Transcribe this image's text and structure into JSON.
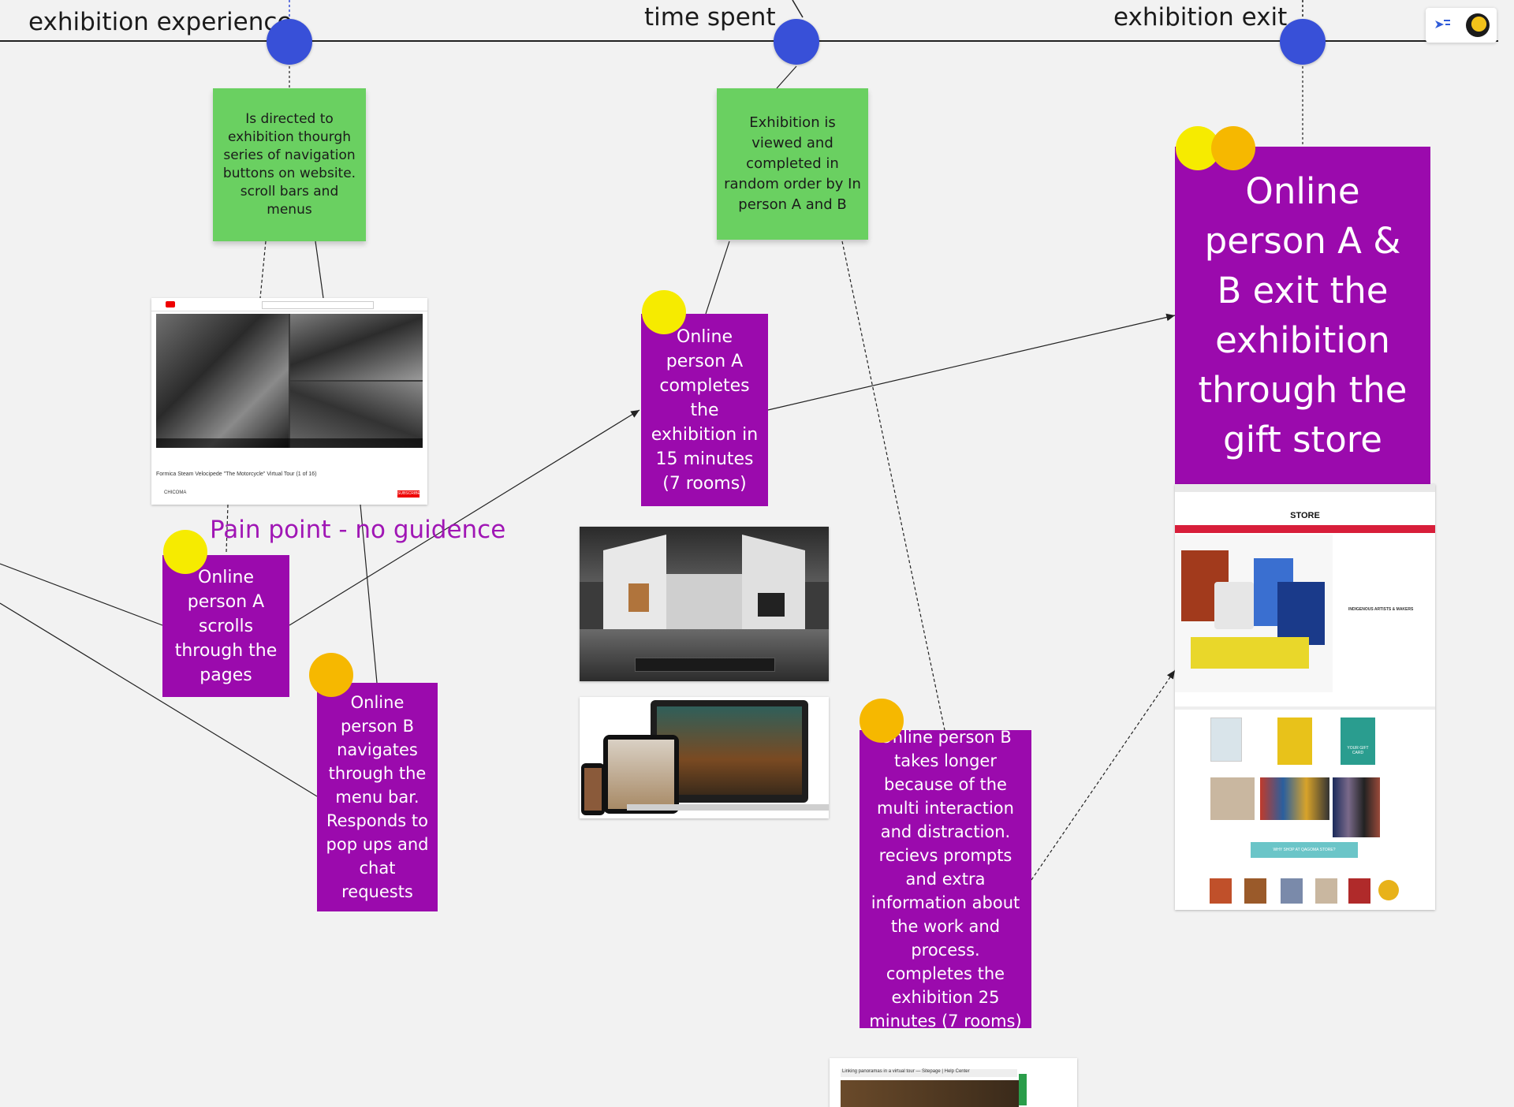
{
  "stages": {
    "experience": "exhibition experience",
    "time": "time spent",
    "exit": "exhibition exit"
  },
  "notes": {
    "directed": "Is directed to exhibition thourgh series of navigation buttons on website. scroll bars and menus",
    "viewed": "Exhibition is viewed and completed in random order by In person A and B",
    "exit_store": "Online person A & B exit the exhibition through the gift store",
    "person_a_completes": "Online person  A completes the exhibition in 15 minutes (7 rooms)",
    "person_a_scrolls": "Online person A scrolls through the pages",
    "person_b_navigates": "Online person B navigates through the menu bar. Responds to pop ups and chat requests",
    "person_b_longer": "Online person B takes longer because of the multi interaction and distraction. recievs prompts and extra information about the work and process. completes the exhibition 25 minutes (7 rooms)"
  },
  "pain_point": "Pain point - no guidence",
  "screens": {
    "youtube_title": "Formica Steam Velocipede \"The Motorcycle\" Virtual Tour (1 of 16)",
    "youtube_channel": "CHICOMA",
    "youtube_subscribe": "SUBSCRIBE",
    "store_name": "STORE",
    "store_caption": "INDIGENOUS ARTISTS & MAKERS",
    "store_cta": "WHY SHOP AT QAGOMA STORE?",
    "store_gift": "YOUR GIFT CARD",
    "bottom_tab": "Linking panoramas in a virtual tour — Sitepage | Help Center"
  },
  "toolbar": {
    "filter_icon": "filter-icon",
    "avatar_icon": "avatar"
  },
  "colors": {
    "stage_dot": "#3850d8",
    "green_note": "#6ad061",
    "purple_note": "#9b0aad",
    "person_a_dot": "#f6eb00",
    "person_b_dot": "#f6b800",
    "pain_text": "#a016b5"
  }
}
